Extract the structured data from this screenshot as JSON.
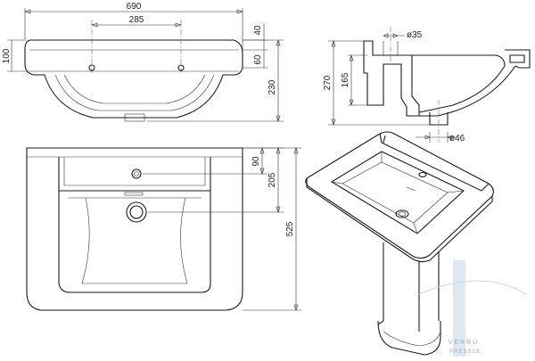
{
  "top_view": {
    "dim_width": "690",
    "dim_holes": "285",
    "dim_rim": "40",
    "dim_tap": "60",
    "dim_back": "100",
    "dim_depth": "230"
  },
  "section_view": {
    "dim_tap_dia": "ø35",
    "dim_height": "270",
    "dim_bowl": "165",
    "dim_waste_dia": "ø46"
  },
  "front_view": {
    "dim_tap_offset": "90",
    "dim_waste_offset": "205",
    "dim_length": "525"
  },
  "watermark": {
    "line1": "VERRU",
    "line2": "PRESSUE"
  },
  "colors": {
    "line": "#1a1a1a",
    "watermark": "#9aa9b8",
    "watermark_bar": "#c9d8e6"
  }
}
